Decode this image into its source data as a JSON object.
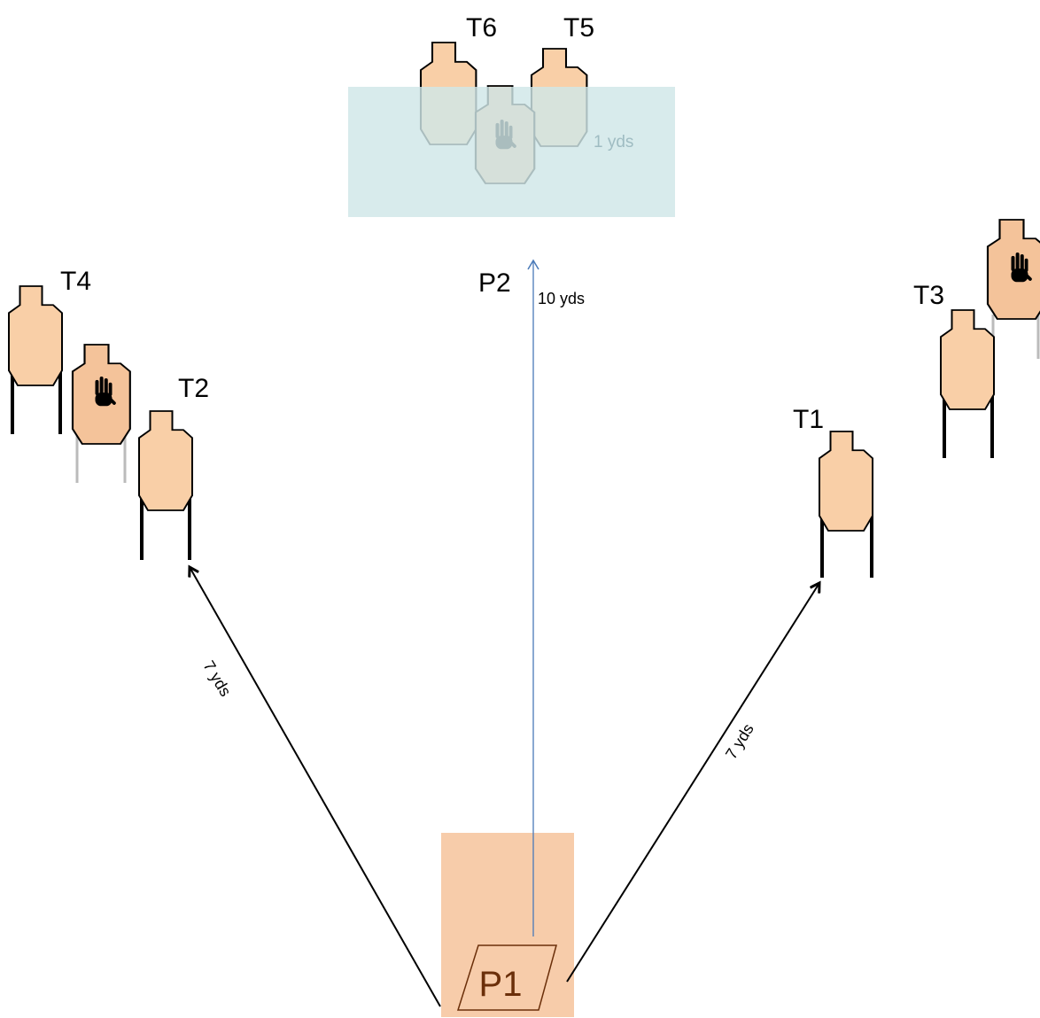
{
  "colors": {
    "target_fill": "#f9cfa7",
    "target_noshoot_fill": "#f4c39a",
    "target_stroke": "#000000",
    "box_p1": "#f7ccaa",
    "box_p2": "#cfe7e8",
    "arrow_blue": "#4a7ab8",
    "arrow_black": "#000000",
    "p1_text": "#6b2f0a",
    "faded_text": "#9fbcc2"
  },
  "targets": {
    "t1": {
      "label": "T1"
    },
    "t2": {
      "label": "T2"
    },
    "t3": {
      "label": "T3"
    },
    "t4": {
      "label": "T4"
    },
    "t5": {
      "label": "T5"
    },
    "t6": {
      "label": "T6"
    },
    "noshoot_icon": "hand-icon"
  },
  "positions": {
    "p1": {
      "label": "P1"
    },
    "p2": {
      "label": "P2"
    }
  },
  "distances": {
    "to_t2": "7 yds",
    "to_t1": "7 yds",
    "to_p2": "10 yds",
    "window": "1 yds"
  }
}
